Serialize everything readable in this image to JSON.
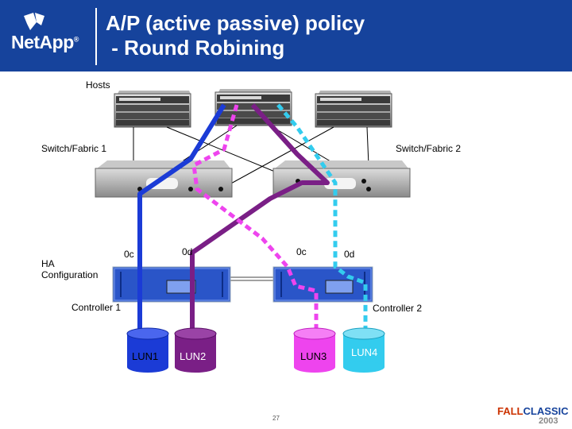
{
  "header": {
    "title_line1": "A/P (active passive) policy",
    "title_line2": " - Round Robining",
    "logo_text": "NetApp",
    "logo_mark": "®"
  },
  "labels": {
    "hosts": "Hosts",
    "switch1": "Switch/Fabric 1",
    "switch2": "Switch/Fabric 2",
    "ha": "HA",
    "ha2": "Configuration",
    "controller1": "Controller 1",
    "controller2": "Controller 2",
    "c1_port_0c": "0c",
    "c1_port_0d": "0d",
    "c2_port_0c": "0c",
    "c2_port_0d": "0d"
  },
  "luns": [
    {
      "label": "LUN1",
      "color": "#1b3bd6",
      "text_color": "#000000"
    },
    {
      "label": "LUN2",
      "color": "#7a1f86",
      "text_color": "#ffffff"
    },
    {
      "label": "LUN3",
      "color": "#ee44ee",
      "text_color": "#000000"
    },
    {
      "label": "LUN4",
      "color": "#33ccee",
      "text_color": "#ffffff"
    }
  ],
  "colors": {
    "header_bg": "#16439c",
    "path_blue": "#1b3bd6",
    "path_purple": "#7a1f86",
    "path_magenta": "#ee44ee",
    "path_cyan": "#33ccee",
    "controller_blue": "#2a55c8"
  },
  "footer": {
    "page_number": "27",
    "brand_fall": "FALL",
    "brand_classic": "CLASSIC",
    "brand_year": "2003"
  }
}
